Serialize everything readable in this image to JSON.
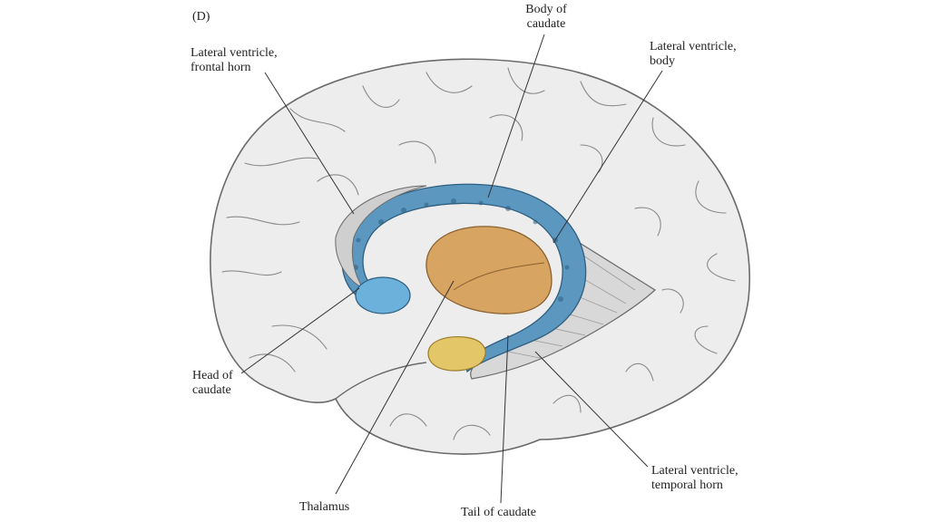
{
  "panel_letter": "(D)",
  "labels": {
    "body_of_caudate": [
      "Body of",
      "caudate"
    ],
    "lateral_ventricle_frontal_horn": [
      "Lateral ventricle,",
      "frontal horn"
    ],
    "lateral_ventricle_body": [
      "Lateral ventricle,",
      "body"
    ],
    "head_of_caudate": [
      "Head of",
      "caudate"
    ],
    "thalamus": [
      "Thalamus"
    ],
    "tail_of_caudate": [
      "Tail of caudate"
    ],
    "lateral_ventricle_temporal_horn": [
      "Lateral ventricle,",
      "temporal horn"
    ]
  },
  "colors": {
    "brain_fill": "#ededed",
    "brain_outline": "#6b6b6b",
    "ventricle": "#5b97bf",
    "ventricle_head": "#6cb1dc",
    "thalamus": "#d8a461",
    "caudate_tail": "#e3c667",
    "temporal_gray": "#d8d8d8"
  }
}
